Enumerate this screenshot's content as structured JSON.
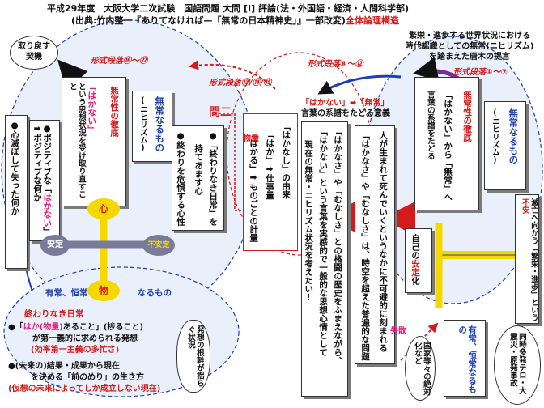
{
  "header": {
    "line1": "平成29年度　大阪大学二次試験　国語問題 大問 [I] 評論(法・外国語・経済・人間科学部)",
    "line2a": "(出典:竹内整一『ありてなければ—「無常の日本精神史」』一部改変)",
    "line2b": "全体論理構造"
  },
  "top_right_note": [
    "繁栄・進歩する世界状況における",
    "時代認識としての無常(ニヒリズム)",
    "を踏まえた唐木の提言"
  ],
  "paragraph_labels": {
    "p1_7": "形式段落①～⑦",
    "p8_12": "形式段落⑧～⑫",
    "p13_15": "形式段落⑬/⑭/⑮",
    "p16_22": "形式段落⑯～㉒"
  },
  "nodes": {
    "torimodosu": "取り戻す\n契機",
    "kokoro_lost": "●心",
    "kokoro_lost_rest": "滅ぼして失った何か",
    "positive_a": "●ポジティブな「",
    "positive_hakanai": "はかない",
    "positive_b": "」",
    "positive_c": "➡ポジティブな何か",
    "mujo_tettei_label": "無常性の徹底",
    "hakanai_q": "「はかない」",
    "hakanai_accept": "という思想状況を受け取り直すこと",
    "mujo_nihilism_a": "無常なるもの",
    "mujo_nihilism_b": "(ニヒリズム)",
    "owarinaki_a": "●「終わりなき日常」を",
    "owarinaki_b": "持てあます心",
    "owarinaki_c": "●終わりを危惧する心性",
    "mondai2": "問二",
    "buturyo": "物量",
    "hakanashi_yurai": "「はかなし」の由来",
    "haka_shigoto": "「はか」➡仕事量",
    "hakaru_keiryo": "「はかる」➡ものごとの計量",
    "hakanasa_a": "「はかなさ」や「むなしさ」との格闘の歴史をふまえながら、",
    "hakanasa_b": "「はかない」という言葉を実感的で一般的な思想心情として",
    "hakanasa_c": "現在の無常・ニヒリズム状況を考えたい!",
    "hito_a": "人が生まれて死んでいくというなかに不可避的に刻まれる",
    "hito_b": "「はかなさ」や「むなしさ」は、時空を超えた普遍的な問題",
    "hakanai_mujo": "「はかない」➡「無常」",
    "kotoba_keifu": "言葉の系譜をたどる意義",
    "mujo_tettei2": "無常性の徹底",
    "hakanai_kara": "「はかない」から「無常」へ",
    "kotoba_tadoru": "言葉の系譜をたどる",
    "mujo_nihilism2_a": "無常なるもの",
    "mujo_nihilism2_b": "(ニヒリズム)",
    "metsubou": "滅亡へ向かう「繁栄・進歩」という",
    "metsubou_fuan": "不安",
    "jiko_antei_a": "自己の",
    "jiko_antei_b": "安定",
    "jiko_antei_c": "化",
    "yuujou": "有常、恒常なるもの",
    "kokka": "国家等々の絶対化など",
    "shippai": "失敗",
    "shinsai": "同時多発テロ・大震災・原発事故",
    "kokoro_center": "心",
    "mono_center": "物",
    "antei": "安定",
    "fuantei": "不安定",
    "yuujou_bottom_a": "有常、恒常",
    "yuujou_bottom_b": "なるもの",
    "owarinaki_title": "終わりなき日常",
    "bottom1_a": "●「",
    "bottom1_b": "はか(物量)",
    "bottom1_c": "あること」(捗ること)",
    "bottom1_d": "が第一義的に求められる発想",
    "bottom1_e": "(効率第一主義の多忙さ)",
    "bottom2_a": "●(未来の)結果・成果から現在",
    "bottom2_b": "を決める「前のめり」の生き方",
    "bottom2_c": "(仮想の未来によってしか成立しない現在)",
    "hassou_konkan": "発想の根幹が揺らぐ状況"
  },
  "colors": {
    "red": "#d41a1a",
    "pink": "#e0197a",
    "blue": "#1f3fb0",
    "yellow": "#f5d800",
    "purple": "#7b2c8f"
  }
}
